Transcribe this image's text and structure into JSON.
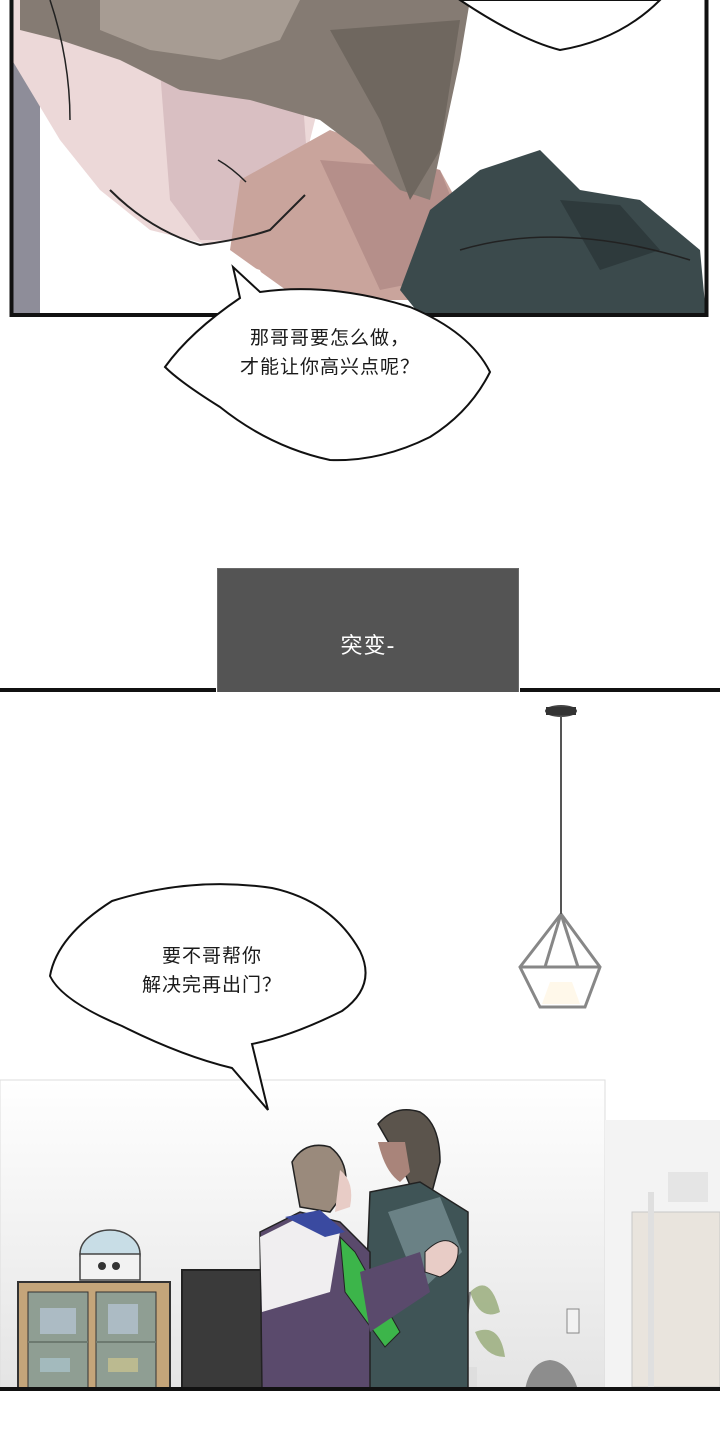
{
  "page": {
    "type": "webtoon-strip",
    "background": "#ffffff"
  },
  "panels": [
    {
      "id": "panel-1",
      "description": "close-up of two characters, brown-haired boy nuzzling neck of dark-haired boy in dark green hoodie",
      "colors": {
        "skin": "#e6c9c9",
        "skin_shadow": "#c9a29b",
        "hair": "#7d746c",
        "hoodie": "#3b4a4c",
        "frame": "#111111"
      }
    },
    {
      "id": "panel-2",
      "description": "living room scene with two characters embracing, pendant lamp, cabinet, humidifier, TV, plant",
      "colors": {
        "wall": "#eeeeee",
        "cabinet": "#c4a57a",
        "glass": "#8f9e93",
        "jacket_purple": "#5a4a6c",
        "jacket_green": "#3cb54a",
        "hoodie": "#3f5456",
        "tv": "#3a3a3a"
      }
    }
  ],
  "speech_bubbles": [
    {
      "id": "bubble-1",
      "lines": [
        "那哥哥要怎么做，",
        "才能让你高兴点呢？"
      ]
    },
    {
      "id": "bubble-2",
      "lines": [
        "要不哥帮你",
        "解决完再出门？"
      ]
    }
  ],
  "caption": {
    "text": "突变-",
    "background": "#545454",
    "color": "#ffffff"
  }
}
